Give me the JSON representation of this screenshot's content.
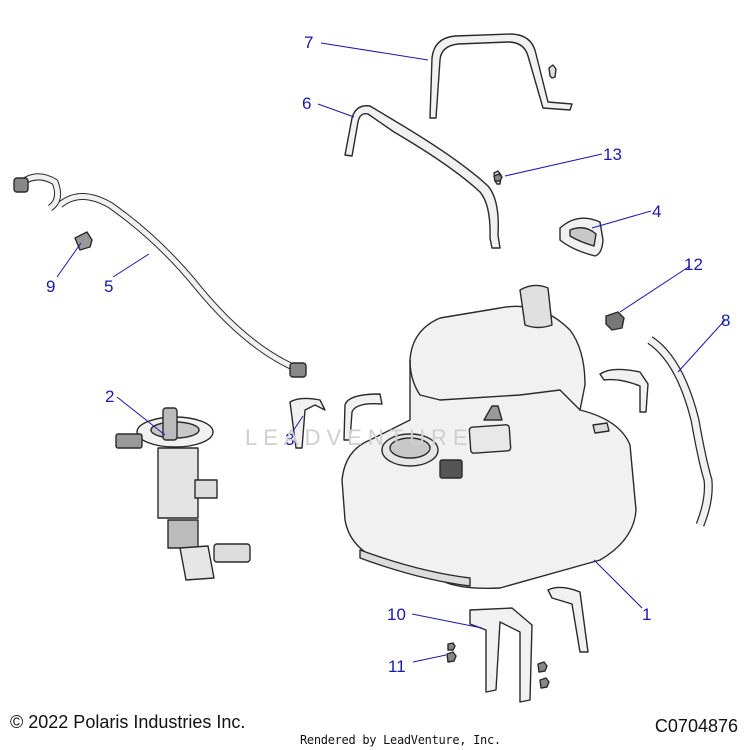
{
  "colors": {
    "callout": "#1a1aa8",
    "line": "#2a2a2a",
    "part_fill": "#f1f1f1",
    "shade": "#c8c8c8"
  },
  "callouts": [
    {
      "id": "1",
      "label": "1"
    },
    {
      "id": "2",
      "label": "2"
    },
    {
      "id": "3",
      "label": "3"
    },
    {
      "id": "4",
      "label": "4"
    },
    {
      "id": "5",
      "label": "5"
    },
    {
      "id": "6",
      "label": "6"
    },
    {
      "id": "7",
      "label": "7"
    },
    {
      "id": "8",
      "label": "8"
    },
    {
      "id": "9",
      "label": "9"
    },
    {
      "id": "10",
      "label": "10"
    },
    {
      "id": "11",
      "label": "11"
    },
    {
      "id": "12",
      "label": "12"
    },
    {
      "id": "13",
      "label": "13"
    }
  ],
  "watermark": "LEADVENTURE",
  "footer": {
    "copyright": "© 2022 Polaris Industries Inc.",
    "rendered_by": "Rendered by LeadVenture, Inc.",
    "document_number": "C0704876"
  }
}
